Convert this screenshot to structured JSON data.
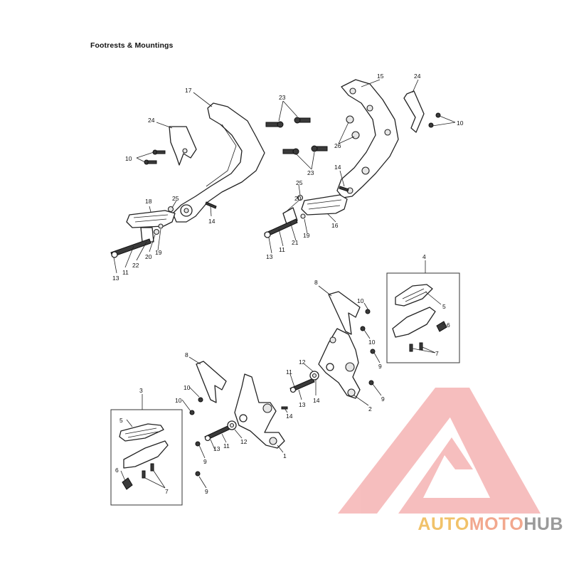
{
  "title": "Footrests & Mountings",
  "watermark": {
    "part1": "AUTO",
    "part2": "MOTO",
    "part3": "HUB",
    "colors": {
      "auto": "#f1c26a",
      "moto": "#f2a88e",
      "hub": "#9a9a9a",
      "logo": "#f4a0a0"
    }
  },
  "callouts": {
    "c1": "17",
    "c2": "24",
    "c3": "10",
    "c4": "18",
    "c5": "25",
    "c6": "14",
    "c7": "20",
    "c8": "19",
    "c9": "22",
    "c10": "11",
    "c11": "13",
    "c12": "23",
    "c13": "23",
    "c14": "15",
    "c15": "24",
    "c16": "10",
    "c17": "26",
    "c18": "14",
    "c19": "25",
    "c20": "20",
    "c21": "16",
    "c22": "19",
    "c23": "21",
    "c24": "11",
    "c25": "13",
    "c26": "4",
    "c27": "5",
    "c28": "6",
    "c29": "7",
    "c30": "8",
    "c31": "10",
    "c32": "10",
    "c33": "9",
    "c34": "9",
    "c35": "12",
    "c36": "11",
    "c37": "13",
    "c38": "14",
    "c39": "2",
    "c40": "8",
    "c41": "10",
    "c42": "10",
    "c43": "14",
    "c44": "13",
    "c45": "11",
    "c46": "12",
    "c47": "9",
    "c48": "1",
    "c49": "9",
    "c50": "3",
    "c51": "5",
    "c52": "6",
    "c53": "7"
  }
}
